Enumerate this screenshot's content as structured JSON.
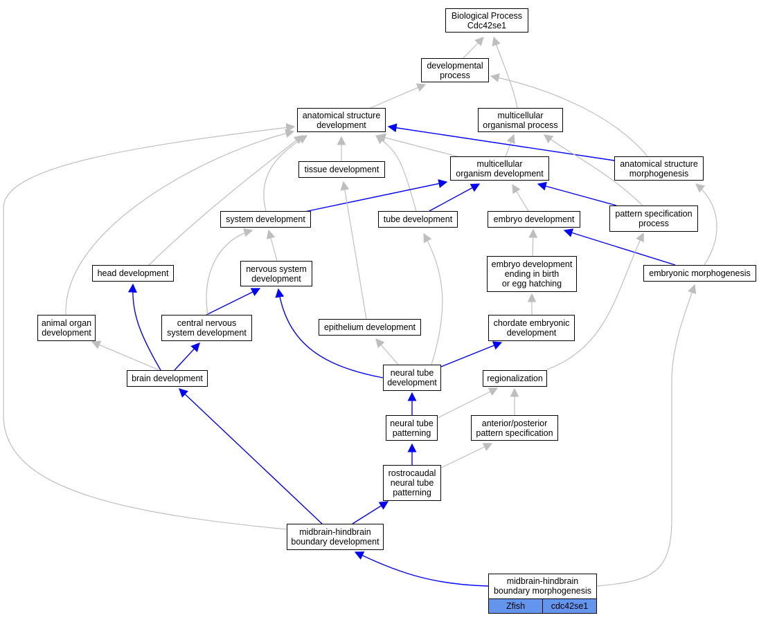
{
  "colors": {
    "is_a": "#bebebe",
    "part_of": "#0000ff",
    "annotation_fill": "#6495ed"
  },
  "nodes": {
    "bp": {
      "lines": [
        "Biological Process",
        "Cdc42se1"
      ]
    },
    "devproc": {
      "lines": [
        "developmental",
        "process"
      ]
    },
    "asd": {
      "lines": [
        "anatomical structure",
        "development"
      ]
    },
    "mop": {
      "lines": [
        "multicellular",
        "organismal process"
      ]
    },
    "tissue": {
      "lines": [
        "tissue development"
      ]
    },
    "mod": {
      "lines": [
        "multicellular",
        "organism development"
      ]
    },
    "asm": {
      "lines": [
        "anatomical structure",
        "morphogenesis"
      ]
    },
    "sysdev": {
      "lines": [
        "system development"
      ]
    },
    "tubedev": {
      "lines": [
        "tube development"
      ]
    },
    "embryodev": {
      "lines": [
        "embryo development"
      ]
    },
    "patspec": {
      "lines": [
        "pattern specification",
        "process"
      ]
    },
    "headdev": {
      "lines": [
        "head development"
      ]
    },
    "nsd": {
      "lines": [
        "nervous system",
        "development"
      ]
    },
    "edebeh": {
      "lines": [
        "embryo development",
        "ending in birth",
        "or egg hatching"
      ]
    },
    "embmorph": {
      "lines": [
        "embryonic morphogenesis"
      ]
    },
    "aod": {
      "lines": [
        "animal organ",
        "development"
      ]
    },
    "cnsd": {
      "lines": [
        "central nervous",
        "system development"
      ]
    },
    "epith": {
      "lines": [
        "epithelium development"
      ]
    },
    "chordate": {
      "lines": [
        "chordate embryonic",
        "development"
      ]
    },
    "brain": {
      "lines": [
        "brain development"
      ]
    },
    "ntd": {
      "lines": [
        "neural tube",
        "development"
      ]
    },
    "region": {
      "lines": [
        "regionalization"
      ]
    },
    "ntp": {
      "lines": [
        "neural tube",
        "patterning"
      ]
    },
    "apps": {
      "lines": [
        "anterior/posterior",
        "pattern specification"
      ]
    },
    "rntp": {
      "lines": [
        "rostrocaudal",
        "neural tube",
        "patterning"
      ]
    },
    "mhbd": {
      "lines": [
        "midbrain-hindbrain",
        "boundary development"
      ]
    },
    "mhbm": {
      "lines": [
        "midbrain-hindbrain",
        "boundary morphogenesis"
      ],
      "annotations": [
        "Zfish",
        "cdc42se1"
      ]
    }
  }
}
